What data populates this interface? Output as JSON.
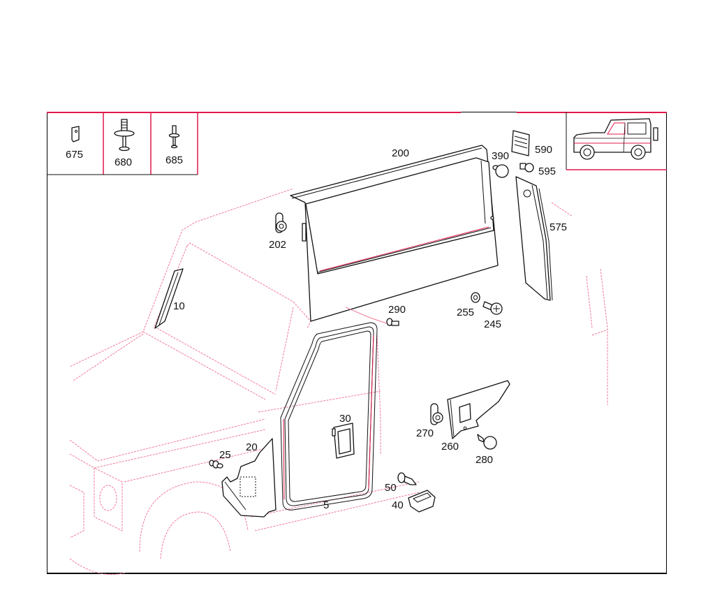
{
  "diagram": {
    "type": "exploded parts diagram",
    "subject": "Vehicle interior trim panels - side wall, door frame seal and fasteners",
    "colors": {
      "part_outline": "#111111",
      "vehicle_ghost_outline": "#f07a98",
      "frame_accent": "#e0184a",
      "background": "#ffffff"
    }
  },
  "header_boxes": [
    {
      "part_no": "675",
      "icon": "clip-plate-icon"
    },
    {
      "part_no": "680",
      "icon": "push-rivet-large-icon"
    },
    {
      "part_no": "685",
      "icon": "push-rivet-small-icon"
    }
  ],
  "thumbnail": {
    "icon": "vehicle-side-view-icon",
    "description": "Two-door off-road vehicle side view"
  },
  "parts": [
    {
      "no": "200",
      "name": "side-window-panel"
    },
    {
      "no": "390",
      "name": "round-knob-fastener"
    },
    {
      "no": "590",
      "name": "vent-grille"
    },
    {
      "no": "595",
      "name": "clip"
    },
    {
      "no": "575",
      "name": "pillar-trim-panel"
    },
    {
      "no": "202",
      "name": "retainer-clip"
    },
    {
      "no": "10",
      "name": "a-pillar-trim"
    },
    {
      "no": "290",
      "name": "screw"
    },
    {
      "no": "255",
      "name": "washer"
    },
    {
      "no": "245",
      "name": "phillips-screw"
    },
    {
      "no": "30",
      "name": "door-handle-recess"
    },
    {
      "no": "270",
      "name": "retainer-clip-lower"
    },
    {
      "no": "260",
      "name": "rear-quarter-trim"
    },
    {
      "no": "280",
      "name": "push-fastener"
    },
    {
      "no": "25",
      "name": "expansion-clip"
    },
    {
      "no": "20",
      "name": "kick-panel"
    },
    {
      "no": "5",
      "name": "door-seal"
    },
    {
      "no": "50",
      "name": "self-tapping-screw"
    },
    {
      "no": "40",
      "name": "handle-cup"
    }
  ]
}
